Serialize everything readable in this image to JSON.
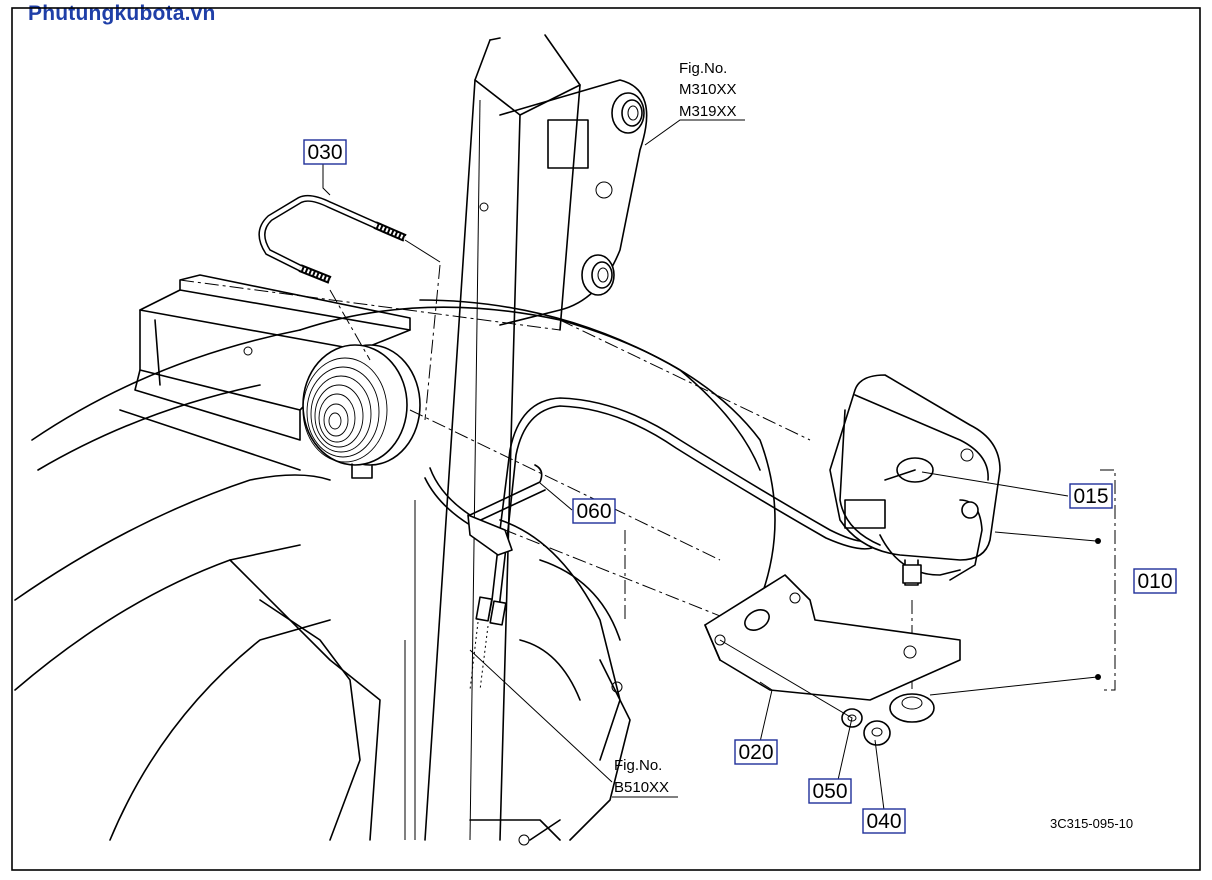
{
  "watermark": "Phutungkubota.vn",
  "figure_refs": [
    {
      "line1": "Fig.No.",
      "line2": "M310XX",
      "line3": "M319XX"
    },
    {
      "line1": "Fig.No.",
      "line2": "B510XX"
    }
  ],
  "callouts": [
    "030",
    "060",
    "015",
    "010",
    "020",
    "050",
    "040"
  ],
  "diagram_code": "3C315-095-10"
}
